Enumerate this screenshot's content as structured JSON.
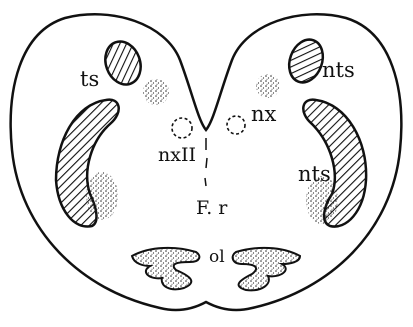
{
  "figure": {
    "labels": {
      "ts": "ts",
      "nts_left": "nts",
      "nts_right": "nts",
      "nx": "nx",
      "nxii": "nxII",
      "fr": "F. r",
      "ol": "ol"
    }
  }
}
